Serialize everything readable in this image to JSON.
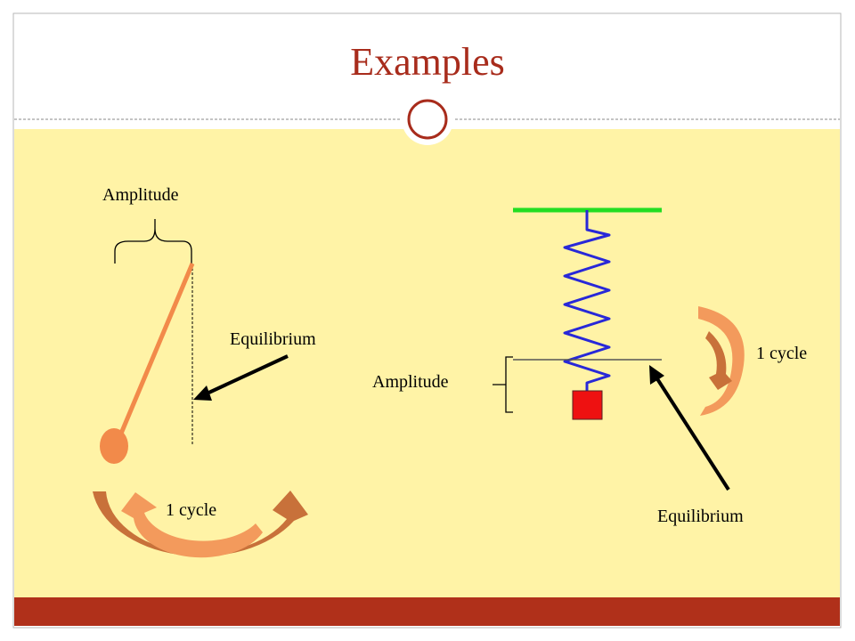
{
  "slide": {
    "title": "Examples",
    "colors": {
      "title": "#a82c1c",
      "background": "#fff3a6",
      "footer_bar": "#b0301a",
      "spring_coil": "#2828d8",
      "spring_support": "#22dd22",
      "mass": "#ee1111",
      "pendulum": "#f28a4a",
      "cycle_arrow_dark": "#c8713a",
      "cycle_arrow_light": "#f39a5c"
    }
  },
  "pendulum": {
    "amplitude_label": "Amplitude",
    "equilibrium_label": "Equilibrium",
    "cycle_label": "1 cycle"
  },
  "spring": {
    "amplitude_label": "Amplitude",
    "equilibrium_label": "Equilibrium",
    "cycle_label": "1 cycle"
  }
}
